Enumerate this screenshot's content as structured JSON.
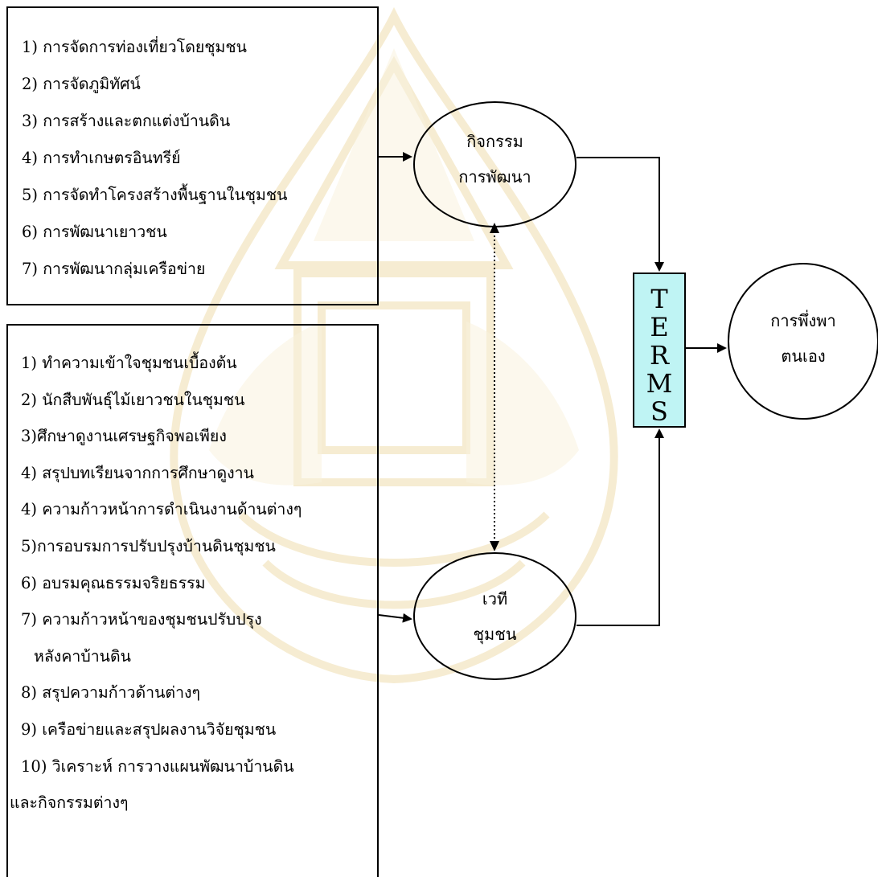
{
  "colors": {
    "terms_fill": "#bff4f4",
    "watermark": "#e8cf8c",
    "stroke": "#000000"
  },
  "activities_box": {
    "items": [
      "1) การจัดการท่องเที่ยวโดยชุมชน",
      "2) การจัดภูมิทัศน์",
      "3) การสร้างและตกแต่งบ้านดิน",
      "4) การทำเกษตรอินทรีย์",
      "5) การจัดทำโครงสร้างพื้นฐานในชุมชน",
      "6) การพัฒนาเยาวชน",
      "7) การพัฒนากลุ่มเครือข่าย"
    ]
  },
  "forum_box": {
    "items": [
      "1) ทำความเข้าใจชุมชนเบื้องต้น",
      "2) นักสืบพันธุ์ไม้เยาวชนในชุมชน",
      "3)ศึกษาดูงานเศรษฐกิจพอเพียง",
      "4) สรุปบทเรียนจากการศึกษาดูงาน",
      "4) ความก้าวหน้าการดำเนินงานด้านต่างๆ",
      "5)การอบรมการปรับปรุงบ้านดินชุมชน",
      "6) อบรมคุณธรรมจริยธรรม",
      "7) ความก้าวหน้าของชุมชนปรับปรุง",
      "หลังคาบ้านดิน",
      "8) สรุปความก้าวด้านต่างๆ",
      "9) เครือข่ายและสรุปผลงานวิจัยชุมชน",
      "10) วิเคราะห์ การวางแผนพัฒนาบ้านดิน",
      "และกิจกรรมต่างๆ"
    ]
  },
  "nodes": {
    "activity": {
      "line1": "กิจกรรม",
      "line2": "การพัฒนา"
    },
    "forum": {
      "line1": "เวที",
      "line2": "ชุมชน"
    },
    "self_reliance": {
      "line1": "การพึ่งพา",
      "line2": "ตนเอง"
    },
    "terms_letters": [
      "T",
      "E",
      "R",
      "M",
      "S"
    ]
  }
}
